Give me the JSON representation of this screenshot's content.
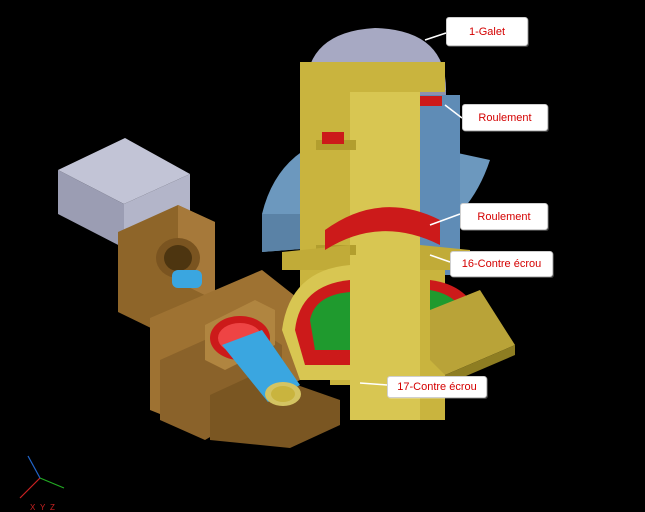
{
  "callouts": {
    "galet": "1-Galet",
    "roulement_top": "Roulement",
    "roulement_mid": "Roulement",
    "contre_ecrou_16": "16-Contre écrou",
    "contre_ecrou_17": "17-Contre écrou"
  },
  "axes": {
    "x": "X",
    "y": "Y",
    "z": "Z"
  },
  "colors": {
    "background": "#000000",
    "body_tan": "#c9b43e",
    "bracket_brown": "#a07535",
    "disc_blue": "#6c98be",
    "roller_grey": "#a7a9c3",
    "motor_grey": "#a9abbf",
    "bearing_red": "#cc1a1a",
    "ring_green": "#1f9a2e",
    "shaft_cyan": "#3aa6e0",
    "label_red": "#d40000"
  }
}
